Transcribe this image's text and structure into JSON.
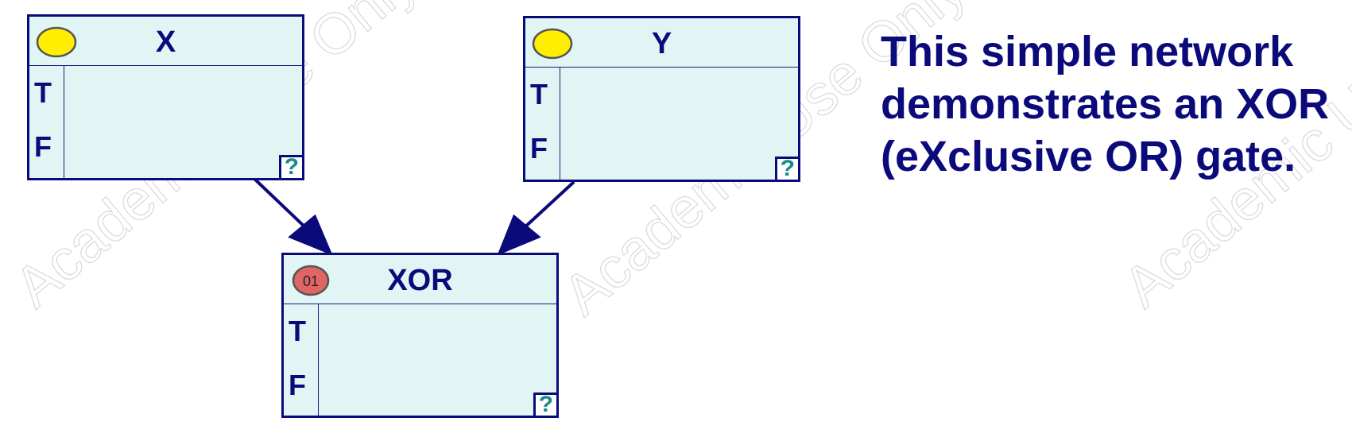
{
  "watermark": {
    "text": "Academic Use Only"
  },
  "description": {
    "lines": [
      "This simple network",
      "demonstrates an XOR",
      "(eXclusive OR) gate."
    ]
  },
  "nodes": {
    "x": {
      "title": "X",
      "states": [
        "T",
        "F"
      ],
      "help_glyph": "?",
      "icon": "yellow-ellipse-icon"
    },
    "y": {
      "title": "Y",
      "states": [
        "T",
        "F"
      ],
      "help_glyph": "?",
      "icon": "yellow-ellipse-icon"
    },
    "xor": {
      "title": "XOR",
      "states": [
        "T",
        "F"
      ],
      "help_glyph": "?",
      "icon": "deterministic-node-icon",
      "icon_text": "01"
    }
  },
  "edges": [
    {
      "from": "X",
      "to": "XOR"
    },
    {
      "from": "Y",
      "to": "XOR"
    }
  ],
  "colors": {
    "border": "#0a0a7a",
    "node_fill": "#e2f5f5",
    "chance_icon": "#ffee00",
    "deterministic_icon": "#e06666",
    "help_glyph": "#1a8a8a"
  }
}
